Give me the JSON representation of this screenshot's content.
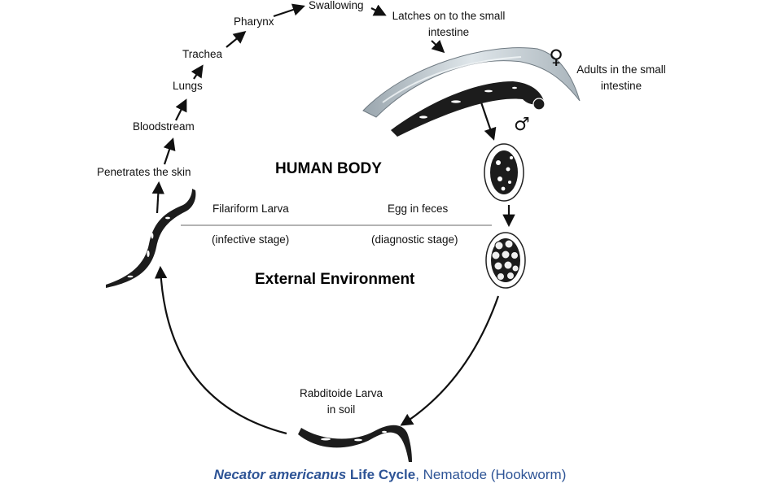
{
  "colors": {
    "caption": "#2e5496",
    "arrow": "#111111",
    "divider": "#9a9a9a",
    "worm_dark": "#1c1c1c",
    "worm_light": "#b8c4cc"
  },
  "labels": {
    "swallowing": "Swallowing",
    "pharynx": "Pharynx",
    "trachea": "Trachea",
    "lungs": "Lungs",
    "bloodstream": "Bloodstream",
    "penetrates": "Penetrates the skin",
    "latches_l1": "Latches on to the small",
    "latches_l2": "intestine",
    "adults_l1": "Adults in the small",
    "adults_l2": "intestine",
    "human_body": "HUMAN BODY",
    "external": "External Environment",
    "filariform": "Filariform Larva",
    "infective": "(infective stage)",
    "egg": "Egg in feces",
    "diagnostic": "(diagnostic stage)",
    "rabditoide_l1": "Rabditoide Larva",
    "rabditoide_l2": "in soil",
    "female_symbol": "♀",
    "male_symbol": "♂"
  },
  "caption": {
    "species": "Necator americanus",
    "life_cycle": " Life Cycle",
    "rest": ", Nematode (Hookworm)"
  }
}
